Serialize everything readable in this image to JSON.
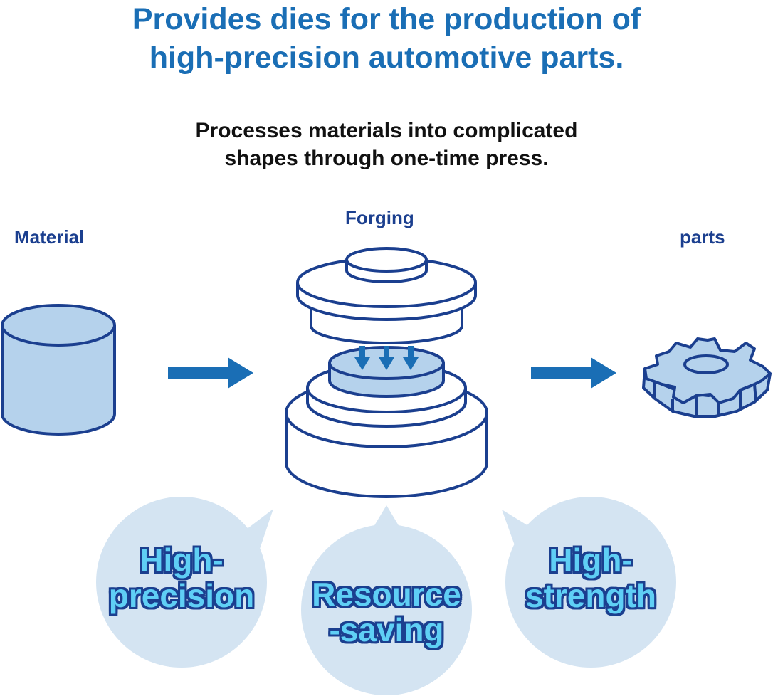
{
  "header": {
    "title_line1": "Provides dies for the production of",
    "title_line2": "high-precision automotive parts.",
    "subtitle_line1": "Processes materials into complicated",
    "subtitle_line2": "shapes through one-time press."
  },
  "stages": {
    "material": "Material",
    "forging": "Forging",
    "parts": "parts"
  },
  "benefits": [
    {
      "line1": "High-",
      "line2": "precision"
    },
    {
      "line1": "Resource",
      "line2": "-saving"
    },
    {
      "line1": "High-",
      "line2": "strength"
    }
  ],
  "colors": {
    "title_blue": "#1a6eb5",
    "outline_navy": "#1b3f8f",
    "fill_light_blue": "#b5d2ec",
    "bubble_fill": "#d4e4f2",
    "benefit_text": "#5fcff5",
    "arrow_blue": "#1a6eb5"
  }
}
